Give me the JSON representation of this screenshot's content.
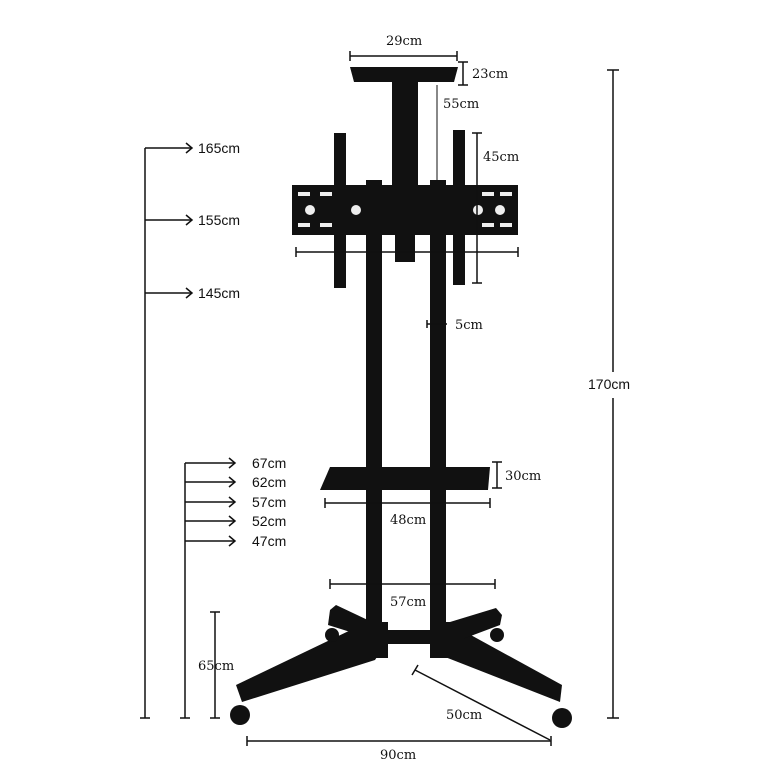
{
  "dimensions": {
    "tray_width": "29cm",
    "tray_height": "23cm",
    "camera_column": "55cm",
    "bracket_height": "45cm",
    "pole_width": "5cm",
    "total_height": "170cm",
    "mount_heights": [
      "165cm",
      "155cm",
      "145cm"
    ],
    "shelf_heights": [
      "67cm",
      "62cm",
      "57cm",
      "52cm",
      "47cm"
    ],
    "shelf_depth": "30cm",
    "shelf_width": "48cm",
    "pole_spacing": "57cm",
    "base_depth": "65cm",
    "leg_length": "50cm",
    "base_width": "90cm"
  },
  "colors": {
    "product": "#111111",
    "background": "#ffffff"
  }
}
